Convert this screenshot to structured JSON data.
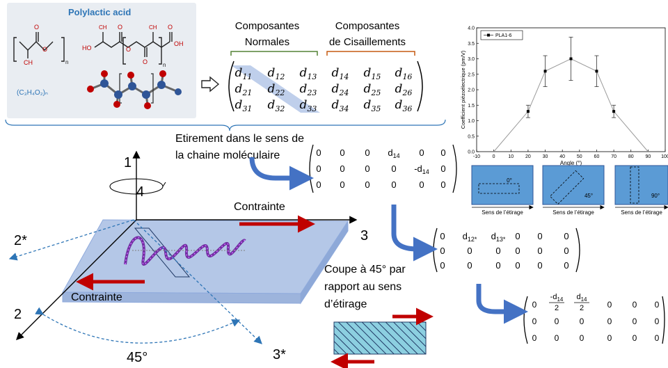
{
  "molecule_panel": {
    "title": "Polylactic acid",
    "formula": "(C₃H₄O₂)ₙ",
    "struct_labels": {
      "ch3": "CH",
      "ch3_sub": "3",
      "o": "O",
      "ho": "HO",
      "oh": "OH",
      "n": "n",
      "h": "H"
    }
  },
  "tensor_header": {
    "normal": [
      "Composantes",
      "Normales"
    ],
    "shear": [
      "Composantes",
      "de Cisaillements"
    ]
  },
  "tensor": {
    "rows": [
      [
        [
          "d",
          "11"
        ],
        [
          "d",
          "12"
        ],
        [
          "d",
          "13"
        ],
        [
          "d",
          "14"
        ],
        [
          "d",
          "15"
        ],
        [
          "d",
          "16"
        ]
      ],
      [
        [
          "d",
          "21"
        ],
        [
          "d",
          "22"
        ],
        [
          "d",
          "23"
        ],
        [
          "d",
          "24"
        ],
        [
          "d",
          "25"
        ],
        [
          "d",
          "26"
        ]
      ],
      [
        [
          "d",
          "31"
        ],
        [
          "d",
          "32"
        ],
        [
          "d",
          "33"
        ],
        [
          "d",
          "34"
        ],
        [
          "d",
          "35"
        ],
        [
          "d",
          "36"
        ]
      ]
    ]
  },
  "stretch_caption": [
    "Etirement dans le sens de",
    "la chaine moléculaire"
  ],
  "matrix_stretch": [
    [
      "0",
      "0",
      "0",
      "d14",
      "0",
      "0"
    ],
    [
      "0",
      "0",
      "0",
      "0",
      "-d14",
      "0"
    ],
    [
      "0",
      "0",
      "0",
      "0",
      "0",
      "0"
    ]
  ],
  "matrix_cut": [
    [
      "0",
      "d12*",
      "d13*",
      "0",
      "0",
      "0"
    ],
    [
      "0",
      "0",
      "0",
      "0",
      "0",
      "0"
    ],
    [
      "0",
      "0",
      "0",
      "0",
      "0",
      "0"
    ]
  ],
  "matrix_final_rows": [
    [
      "0",
      "-d14/2",
      "d14/2",
      "0",
      "0",
      "0"
    ],
    [
      "0",
      "0",
      "0",
      "0",
      "0",
      "0"
    ],
    [
      "0",
      "0",
      "0",
      "0",
      "0",
      "0"
    ]
  ],
  "cut_caption": [
    "Coupe à 45° par",
    "rapport  au sens",
    "d’étirage"
  ],
  "axes": {
    "a1": "1",
    "a2": "2",
    "a3": "3",
    "a4": "4",
    "a2s": "2*",
    "a3s": "3*",
    "angle": "45°"
  },
  "stress_top": "Contrainte",
  "stress_bottom": "Contrainte",
  "chart_data": {
    "type": "line",
    "x": [
      20,
      30,
      45,
      60,
      70
    ],
    "y": [
      1.3,
      2.6,
      3.0,
      2.6,
      1.3
    ],
    "yerr": [
      0.2,
      0.5,
      0.7,
      0.5,
      0.2
    ],
    "line_x": [
      0,
      20,
      30,
      45,
      60,
      70,
      90
    ],
    "line_y": [
      0,
      1.3,
      2.6,
      3.0,
      2.6,
      1.3,
      0
    ],
    "series_name": "PLA1-6",
    "xlabel": "Angle (°)",
    "ylabel": "Coefficient piézoélectrique (pm/V)",
    "xlim": [
      -10,
      100
    ],
    "ylim": [
      0.0,
      4.0
    ],
    "xticks": [
      -10,
      0,
      10,
      20,
      30,
      40,
      50,
      60,
      70,
      80,
      90,
      100
    ],
    "yticks": [
      "0.0",
      "0.5",
      "1.0",
      "1.5",
      "2.0",
      "2.5",
      "3.0",
      "3.5",
      "4.0"
    ],
    "legend": "top-left",
    "grid": false
  },
  "orientation_samples": [
    {
      "angle": "0°",
      "caption": "Sens de l’étirage"
    },
    {
      "angle": "45°",
      "caption": "Sens de l’étirage"
    },
    {
      "angle": "90°",
      "caption": "Sens de l’étirage"
    }
  ],
  "colors": {
    "arrow_blue": "#4472c4",
    "stress_red": "#c00000",
    "plate": "#b4c7e7",
    "sample_blue": "#5b9bd5",
    "helix": "#7030a0",
    "tensor_green": "#548235",
    "tensor_orange": "#c55a11"
  }
}
